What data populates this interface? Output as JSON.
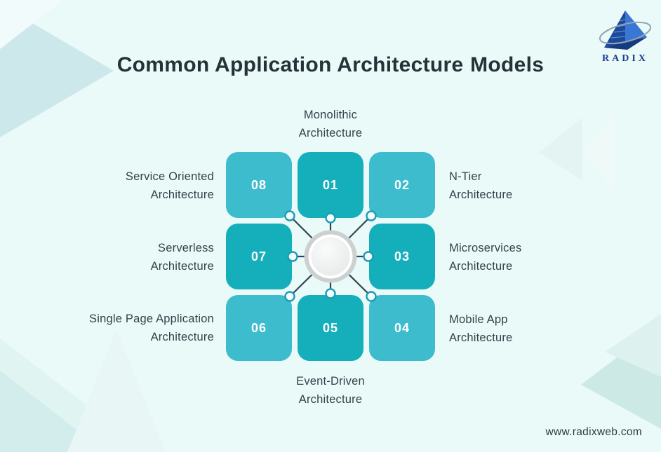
{
  "title": {
    "prefix": "Common Application Architecture",
    "highlight": "Models"
  },
  "logo": {
    "text": "RADIX"
  },
  "diagram": {
    "tiles": [
      {
        "number": "08",
        "shade": "light"
      },
      {
        "number": "01",
        "shade": "dark"
      },
      {
        "number": "02",
        "shade": "light"
      },
      {
        "number": "07",
        "shade": "dark"
      },
      {
        "number": "03",
        "shade": "dark"
      },
      {
        "number": "06",
        "shade": "light"
      },
      {
        "number": "05",
        "shade": "dark"
      },
      {
        "number": "04",
        "shade": "light"
      }
    ],
    "labels": {
      "monolithic": {
        "line1": "Monolithic",
        "line2": "Architecture"
      },
      "n_tier": {
        "line1": "N-Tier",
        "line2": "Architecture"
      },
      "microservices": {
        "line1": "Microservices",
        "line2": "Architecture"
      },
      "mobile_app": {
        "line1": "Mobile App",
        "line2": "Architecture"
      },
      "event_driven": {
        "line1": "Event-Driven",
        "line2": "Architecture"
      },
      "spa": {
        "line1": "Single Page Application",
        "line2": "Architecture"
      },
      "serverless": {
        "line1": "Serverless",
        "line2": "Architecture"
      },
      "service_oriented": {
        "line1": "Service Oriented",
        "line2": "Architecture"
      }
    }
  },
  "footer": {
    "website": "www.radixweb.com"
  },
  "colors": {
    "background": "#eafaf8",
    "tile_dark": "#15afbb",
    "tile_light": "#3cbccd",
    "title_text": "#263238",
    "title_highlight": "#a9ddd4",
    "label_text": "#33424a",
    "spoke_line": "#2e4454",
    "dot_stroke": "#1d9cb4",
    "hub_ring": "#ccd0d1",
    "logo_blue": "#1e4f9d"
  }
}
